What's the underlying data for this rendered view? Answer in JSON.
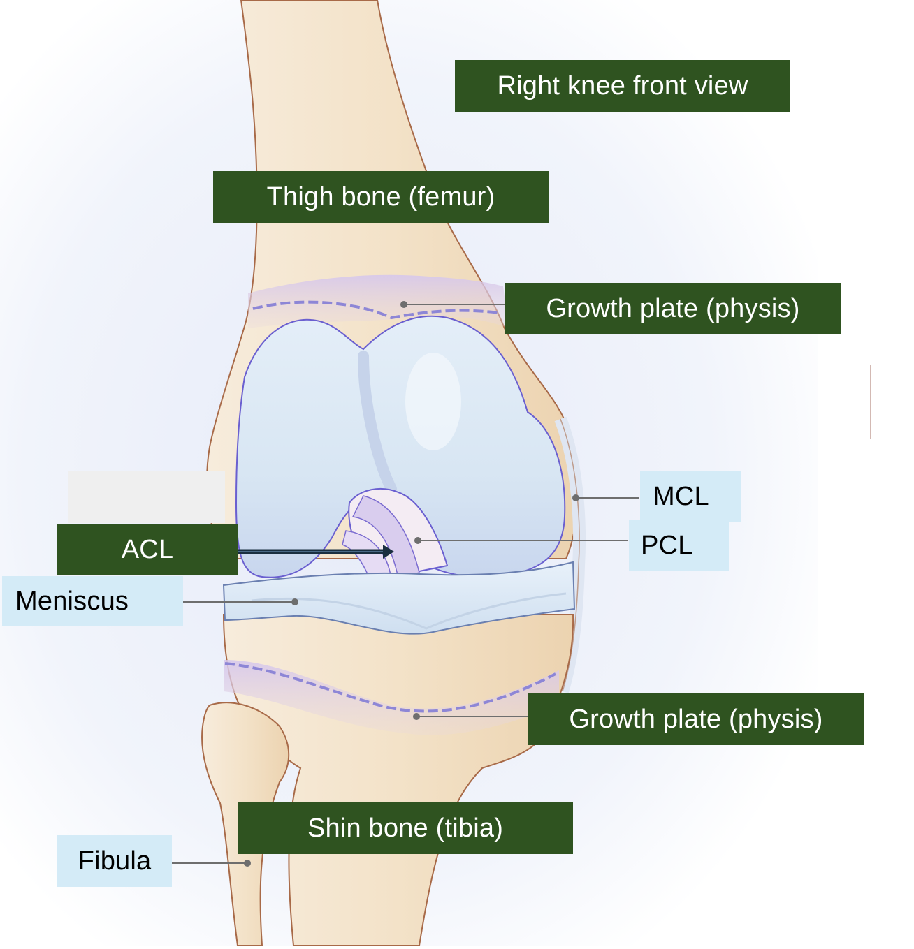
{
  "title": "Right knee front view",
  "labels": {
    "femur": "Thigh bone (femur)",
    "growth_plate_upper": "Growth plate (physis)",
    "mcl": "MCL",
    "pcl": "PCL",
    "acl": "ACL",
    "meniscus": "Meniscus",
    "growth_plate_lower": "Growth plate (physis)",
    "tibia": "Shin bone (tibia)",
    "fibula": "Fibula"
  },
  "colors": {
    "dark_label_bg": "#2f5320",
    "light_label_bg": "#d4ebf7",
    "bone": "#f2e3cc",
    "cartilage": "#dbe8f4",
    "physis": "#c8b4e4",
    "outline": "#a86a48"
  }
}
